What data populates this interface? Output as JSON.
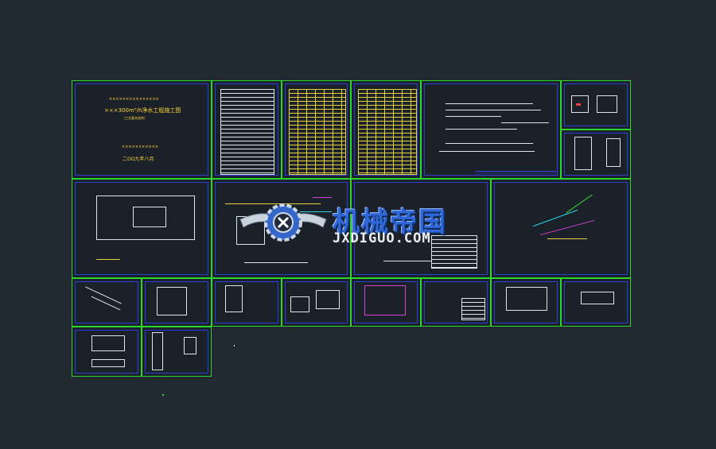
{
  "drawing": {
    "cover_sheet": {
      "line1": "×××××××××××××××",
      "project_title": "×××300m³/h净水工程施工图",
      "subtitle": "（工艺基本结构）",
      "line4": "×××××××××××",
      "date": "二OO九年八月"
    }
  },
  "watermark": {
    "brand_cn": "机械帝国",
    "brand_en": "JXDIGUO.COM"
  },
  "colors": {
    "background": "#212830",
    "frame_green": "#2fd52f",
    "inner_blue": "#2c3fd8",
    "text_yellow": "#ffd23a",
    "watermark_blue": "#2f66d8"
  }
}
